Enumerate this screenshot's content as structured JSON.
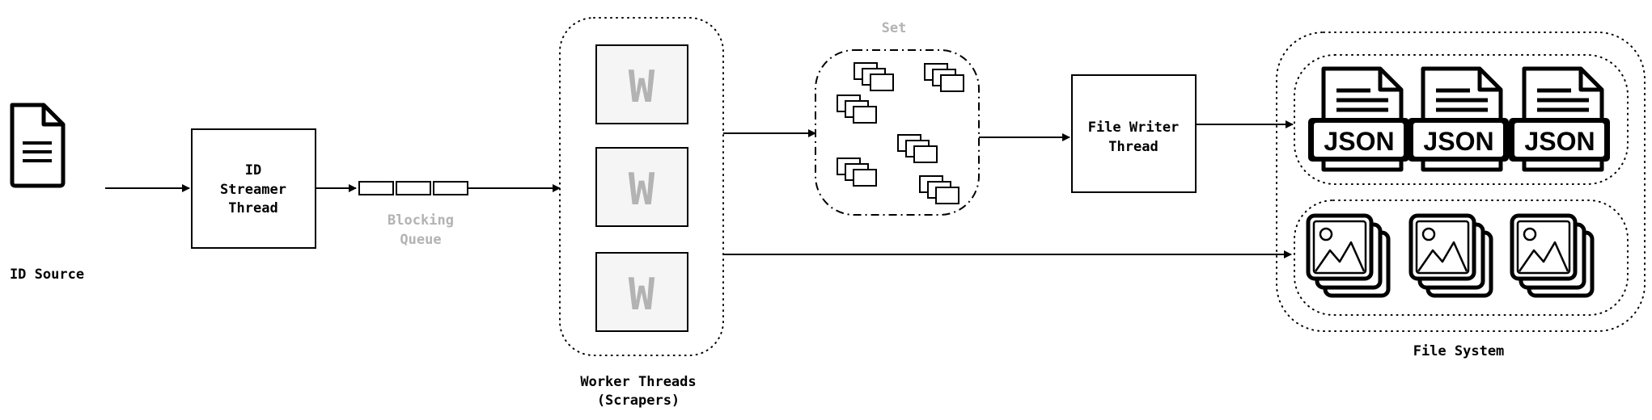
{
  "source": {
    "label": "ID Source"
  },
  "streamer": {
    "line1": "ID",
    "line2": "Streamer",
    "line3": "Thread"
  },
  "queue": {
    "line1": "Blocking",
    "line2": "Queue"
  },
  "workers": {
    "label_line1": "Worker Threads",
    "label_line2": "(Scrapers)",
    "worker_letter": "W"
  },
  "set": {
    "label": "Set"
  },
  "writer": {
    "line1": "File Writer",
    "line2": "Thread"
  },
  "filesystem": {
    "label": "File System",
    "json_label": "JSON"
  },
  "colors": {
    "stroke": "#000000",
    "muted": "#b3b3b3",
    "worker_fill": "#f5f5f5"
  }
}
